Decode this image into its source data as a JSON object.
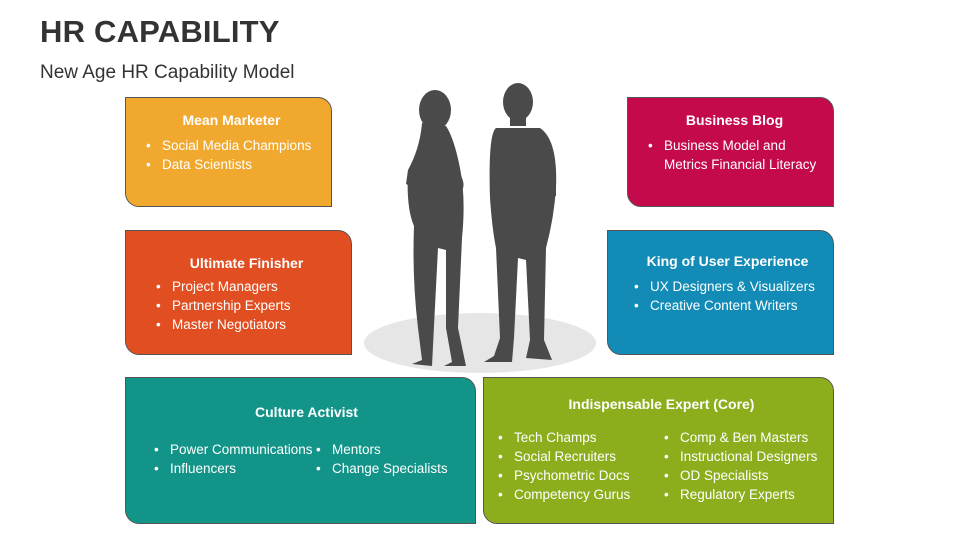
{
  "title": "HR CAPABILITY",
  "subtitle": "New Age HR Capability Model",
  "colors": {
    "mean_marketer": "#F0A92E",
    "ultimate_finisher": "#E04E21",
    "culture_activist": "#129488",
    "business_blog": "#C40A4C",
    "king_ux": "#128CB7",
    "indispensable_expert": "#8CAE1C",
    "silhouette": "#4a4a4a",
    "platform": "#e6e6e6"
  },
  "cards": {
    "mean_marketer": {
      "title": "Mean Marketer",
      "items": [
        "Social Media Champions",
        "Data Scientists"
      ]
    },
    "ultimate_finisher": {
      "title": "Ultimate Finisher",
      "items": [
        "Project Managers",
        "Partnership Experts",
        "Master Negotiators"
      ]
    },
    "culture_activist": {
      "title": "Culture Activist",
      "col1": [
        "Power Communications",
        "Influencers"
      ],
      "col2": [
        "Mentors",
        "Change Specialists"
      ]
    },
    "business_blog": {
      "title": "Business Blog",
      "items": [
        "Business Model and Metrics Financial Literacy"
      ]
    },
    "king_ux": {
      "title": "King of User Experience",
      "items": [
        "UX Designers & Visualizers",
        "Creative Content Writers"
      ]
    },
    "indispensable_expert": {
      "title": "Indispensable Expert (Core)",
      "col1": [
        "Tech Champs",
        "Social Recruiters",
        "Psychometric Docs",
        "Competency Gurus"
      ],
      "col2": [
        "Comp & Ben Masters",
        "Instructional Designers",
        "OD Specialists",
        "Regulatory Experts"
      ]
    }
  }
}
